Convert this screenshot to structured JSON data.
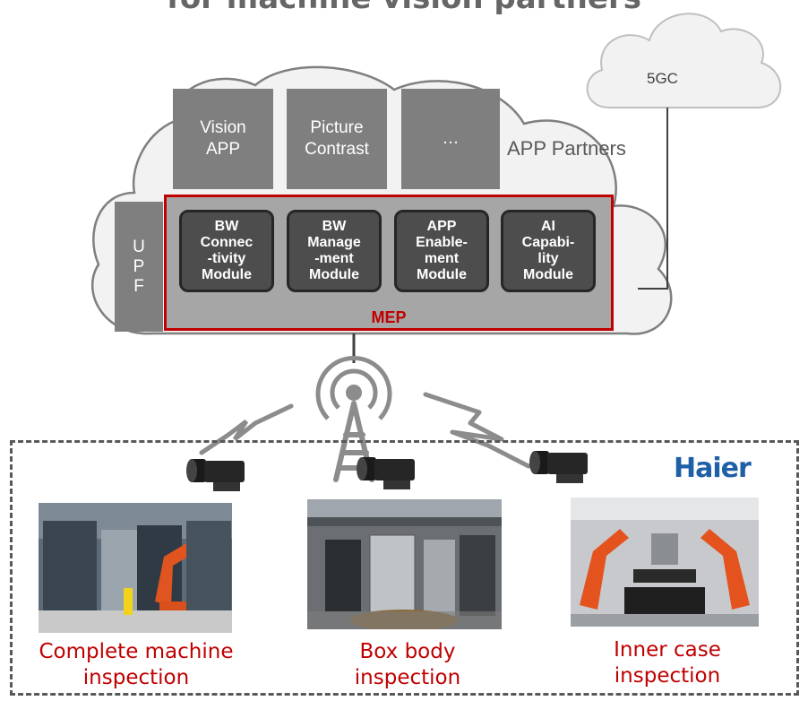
{
  "title": "for machine vision partners",
  "apps": [
    {
      "label": "Vision\nAPP"
    },
    {
      "label": "Picture\nContrast"
    },
    {
      "label": "…"
    }
  ],
  "app_partners_label": "APP Partners",
  "upf_label": "U\nP\nF",
  "modules": [
    {
      "label": "BW\nConnec\n-tivity\nModule"
    },
    {
      "label": "BW\nManage\n-ment\nModule"
    },
    {
      "label": "APP\nEnable-\nment\nModule"
    },
    {
      "label": "AI\nCapabi-\nlity\nModule"
    }
  ],
  "mep_label": "MEP",
  "core_label": "5GC",
  "brand_logo_text": "Haier",
  "inspections": [
    {
      "caption": "Complete machine\ninspection"
    },
    {
      "caption": "Box body\ninspection"
    },
    {
      "caption": "Inner case\ninspection"
    }
  ],
  "colors": {
    "accent_red": "#c00000",
    "module_fill": "#4d4d4d",
    "app_box_fill": "#7f7f7f",
    "mep_fill": "#a6a6a6",
    "cloud_fill": "#f2f2f2",
    "brand_blue": "#1e5fa8"
  },
  "icons": [
    "cloud-shape",
    "tower-antenna-icon",
    "camera-icon",
    "lightning-link-icon"
  ]
}
